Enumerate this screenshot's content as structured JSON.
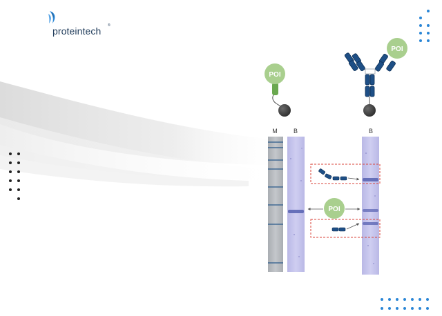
{
  "logo": {
    "brand": "proteintech",
    "registered": "®"
  },
  "labels": {
    "marker_lane": "M",
    "bead_lane_left": "B",
    "bead_lane_right": "B",
    "poi_small_protein": "POI",
    "poi_antibody": "POI",
    "poi_center": "POI"
  },
  "icons": {
    "logo": "proteintech-leaf-icon",
    "protein_tag": "green-tagged-protein-on-bead-icon",
    "antibody": "antibody-on-bead-icon",
    "heavy_chain": "heavy-chain-fragment-icon",
    "light_chain": "light-chain-fragment-icon"
  },
  "colors": {
    "brand_blue": "#1f3b5a",
    "antibody_blue": "#1e4f86",
    "poi_green": "#a9cf8e",
    "tag_green": "#6aa84f",
    "bead_gray": "#444444",
    "gel_purple": "#c9c8ec",
    "band_blue": "#5560b0",
    "highlight_red": "#d9433a",
    "dot_blue": "#2a86d6",
    "dot_dark": "#222222"
  }
}
